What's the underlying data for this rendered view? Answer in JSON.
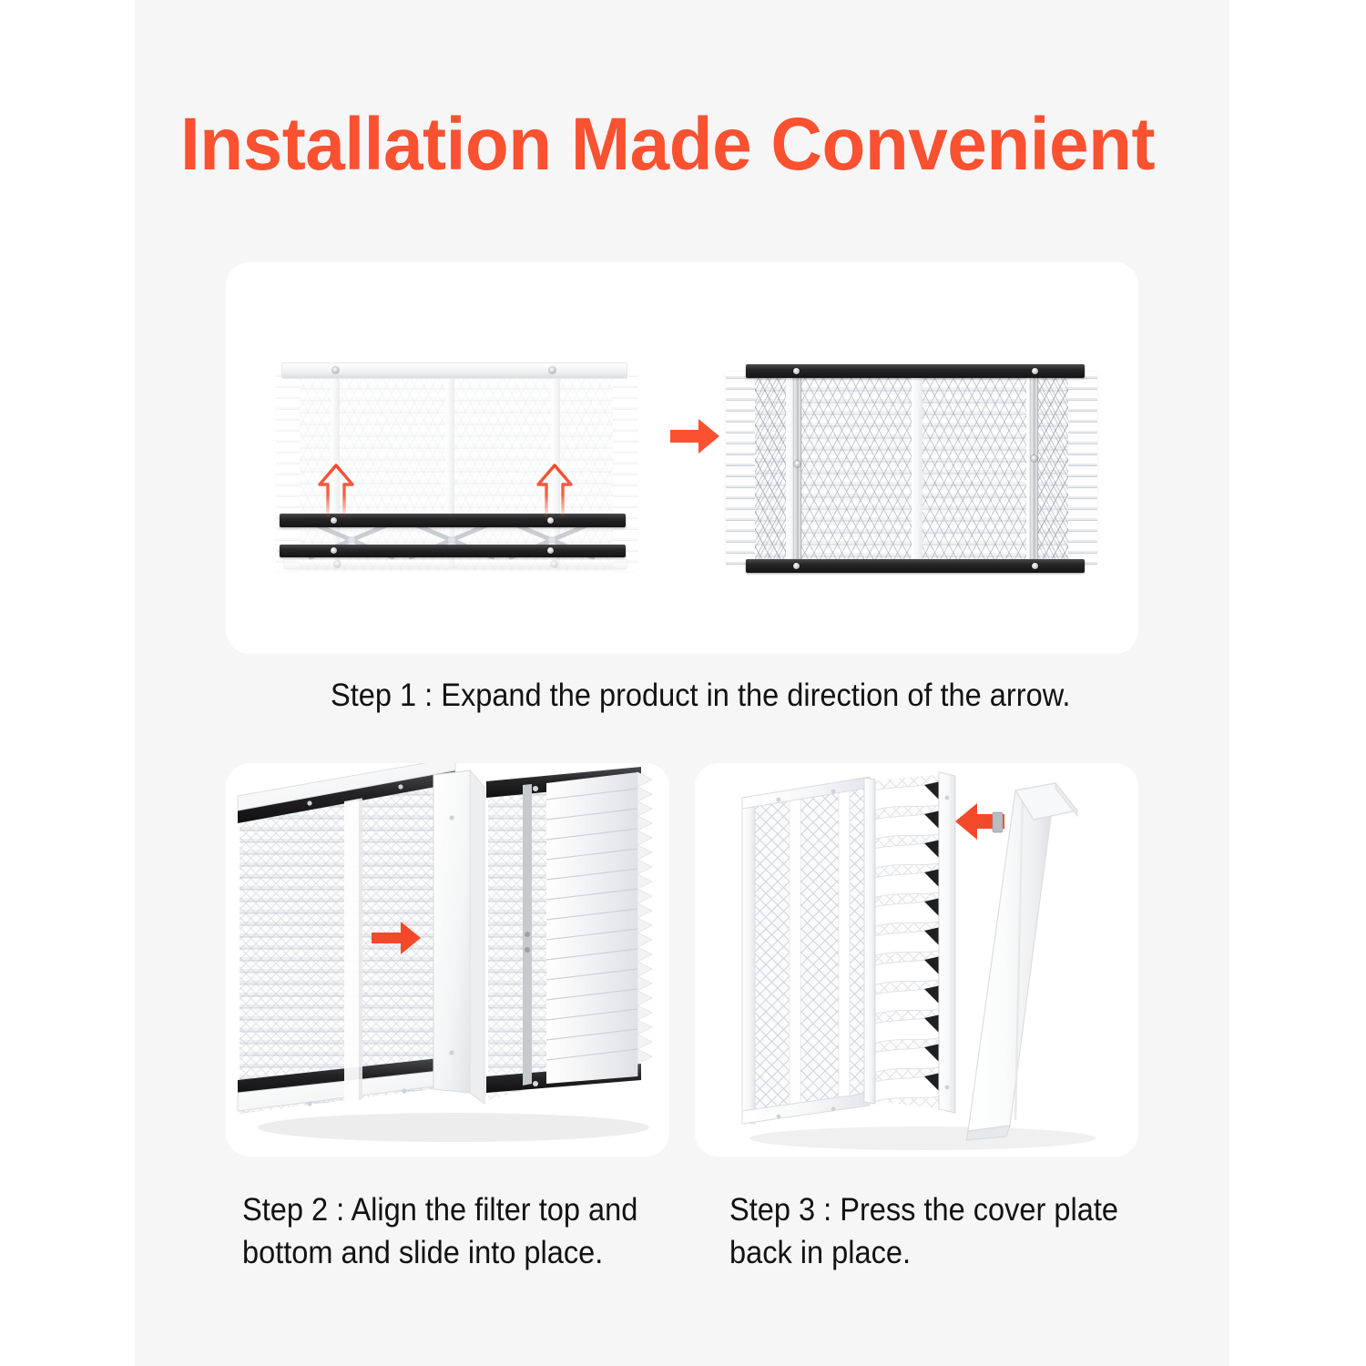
{
  "page": {
    "title": "Installation Made Convenient",
    "background_color": "#ffffff",
    "band_color": "#f6f6f6",
    "accent_color": "#fa5130",
    "text_color": "#121212",
    "card_color": "#ffffff"
  },
  "steps": [
    {
      "id": "step1",
      "caption": "Step 1 : Expand the product in the direction of the arrow.",
      "arrows": [
        {
          "name": "expand-arrow-left",
          "direction": "up",
          "style": "outline",
          "color": "#f4482a"
        },
        {
          "name": "expand-arrow-right",
          "direction": "up",
          "style": "outline",
          "color": "#f4482a"
        },
        {
          "name": "transition-arrow",
          "direction": "right",
          "style": "solid",
          "color": "#fa5130"
        }
      ],
      "figures": [
        {
          "name": "collapsed-filter",
          "state": "collapsed",
          "rails": [
            "white-top",
            "black-mid",
            "black-bottom"
          ]
        },
        {
          "name": "expanded-filter",
          "state": "expanded",
          "rails": [
            "black-top",
            "black-bottom"
          ]
        }
      ]
    },
    {
      "id": "step2",
      "caption": "Step 2 : Align the filter top and bottom and slide into place.",
      "arrows": [
        {
          "name": "slide-arrow",
          "direction": "left",
          "style": "solid",
          "color": "#f4482a"
        }
      ],
      "figures": [
        {
          "name": "filter-housing-perspective",
          "state": "open"
        },
        {
          "name": "pleated-filter-media",
          "state": "sliding-in"
        }
      ]
    },
    {
      "id": "step3",
      "caption": "Step 3 : Press the cover plate back in place.",
      "arrows": [
        {
          "name": "press-arrow",
          "direction": "left",
          "style": "solid",
          "color": "#f4482a"
        }
      ],
      "figures": [
        {
          "name": "filter-housing-side-view",
          "state": "assembled"
        },
        {
          "name": "cover-plate",
          "state": "detached"
        }
      ]
    }
  ]
}
